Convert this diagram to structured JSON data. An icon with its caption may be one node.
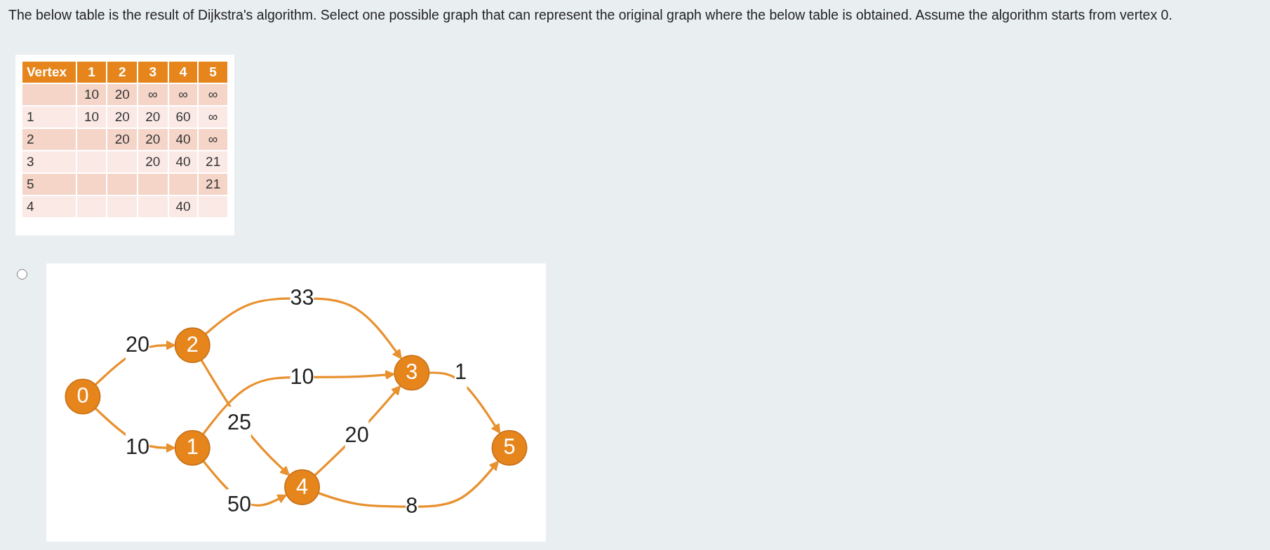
{
  "diagram": {
    "title": "The below table is the result of Dijkstra's algorithm. Select one possible graph that can represent the original graph where the below table is obtained. Assume the algorithm starts from vertex 0.",
    "nodes": [
      {
        "text": [
          "0"
        ]
      },
      {
        "text": [
          "1"
        ]
      },
      {
        "text": [
          "2"
        ]
      },
      {
        "text": [
          "3"
        ]
      },
      {
        "text": [
          "4"
        ]
      },
      {
        "text": [
          "5"
        ]
      }
    ],
    "edges": [
      {
        "from": 0,
        "to": 2,
        "arrow": "to",
        "label": "20"
      },
      {
        "from": 0,
        "to": 1,
        "arrow": "to",
        "label": "10"
      },
      {
        "from": 2,
        "to": 3,
        "arrow": "to",
        "label": "33"
      },
      {
        "from": 2,
        "to": 4,
        "arrow": "to",
        "label": "25"
      },
      {
        "from": 1,
        "to": 3,
        "arrow": "to",
        "label": "10"
      },
      {
        "from": 1,
        "to": 4,
        "arrow": "to",
        "label": "50"
      },
      {
        "from": 4,
        "to": 3,
        "arrow": "to",
        "label": "20"
      },
      {
        "from": 3,
        "to": 5,
        "arrow": "to",
        "label": "1"
      },
      {
        "from": 4,
        "to": 5,
        "arrow": "to",
        "label": "8"
      }
    ],
    "labels": [
      "Vertex",
      "1",
      "2",
      "3",
      "4",
      "5",
      "10",
      "20",
      "∞",
      "∞",
      "∞",
      "1",
      "10",
      "20",
      "20",
      "60",
      "∞",
      "2",
      "20",
      "20",
      "40",
      "∞",
      "3",
      "20",
      "40",
      "21",
      "5",
      "21",
      "4",
      "40"
    ]
  }
}
